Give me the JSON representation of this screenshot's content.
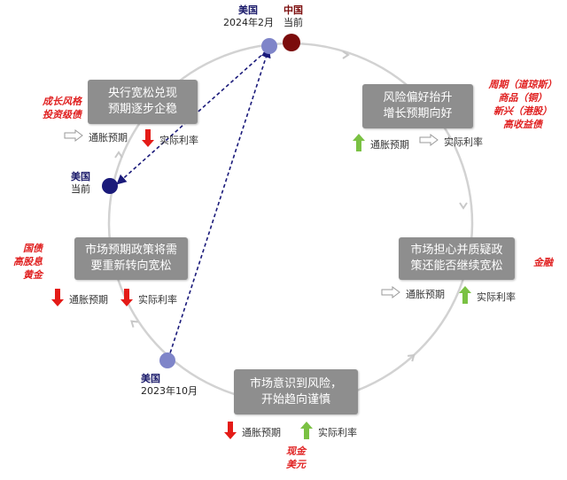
{
  "colors": {
    "box": "#8e8e8e",
    "arrow_up": "#7ac143",
    "arrow_down": "#e41b17",
    "asset_text": "#e02020",
    "us_dot": "#7f85c9",
    "us_now_dot": "#1a1a7a",
    "china_dot": "#7b0c0c"
  },
  "stages": {
    "top_left": {
      "line1": "央行宽松兑现",
      "line2": "预期逐步企稳"
    },
    "top_right": {
      "line1": "风险偏好抬升",
      "line2": "增长预期向好"
    },
    "right": {
      "line1": "市场担心并质疑政",
      "line2": "策还能否继续宽松"
    },
    "bottom": {
      "line1": "市场意识到风险，",
      "line2": "开始趋向谨慎"
    },
    "left": {
      "line1": "市场预期政策将需",
      "line2": "要重新转向宽松"
    }
  },
  "indicators": {
    "top_left": {
      "inflation": {
        "label": "通胀预期",
        "dir": "flat"
      },
      "real_rate": {
        "label": "实际利率",
        "dir": "down"
      }
    },
    "top_right": {
      "inflation": {
        "label": "通胀预期",
        "dir": "up"
      },
      "real_rate": {
        "label": "实际利率",
        "dir": "flat"
      }
    },
    "right": {
      "inflation": {
        "label": "通胀预期",
        "dir": "flat"
      },
      "real_rate": {
        "label": "实际利率",
        "dir": "up"
      }
    },
    "bottom": {
      "inflation": {
        "label": "通胀预期",
        "dir": "down"
      },
      "real_rate": {
        "label": "实际利率",
        "dir": "up"
      }
    },
    "left": {
      "inflation": {
        "label": "通胀预期",
        "dir": "down"
      },
      "real_rate": {
        "label": "实际利率",
        "dir": "down"
      }
    }
  },
  "assets": {
    "top_left": [
      "成长风格",
      "投资级债"
    ],
    "top_right": [
      "周期（道琼斯）",
      "商品（铜）",
      "新兴（港股）",
      "高收益债"
    ],
    "right": [
      "金融"
    ],
    "bottom": [
      "现金",
      "美元"
    ],
    "left": [
      "国债",
      "高股息",
      "黄金"
    ]
  },
  "markers": {
    "us_feb2024": {
      "line1": "美国",
      "line2": "2024年2月"
    },
    "china_now": {
      "line1": "中国",
      "line2": "当前"
    },
    "us_now": {
      "line1": "美国",
      "line2": "当前"
    },
    "us_oct2023": {
      "line1": "美国",
      "line2": "2023年10月"
    }
  }
}
